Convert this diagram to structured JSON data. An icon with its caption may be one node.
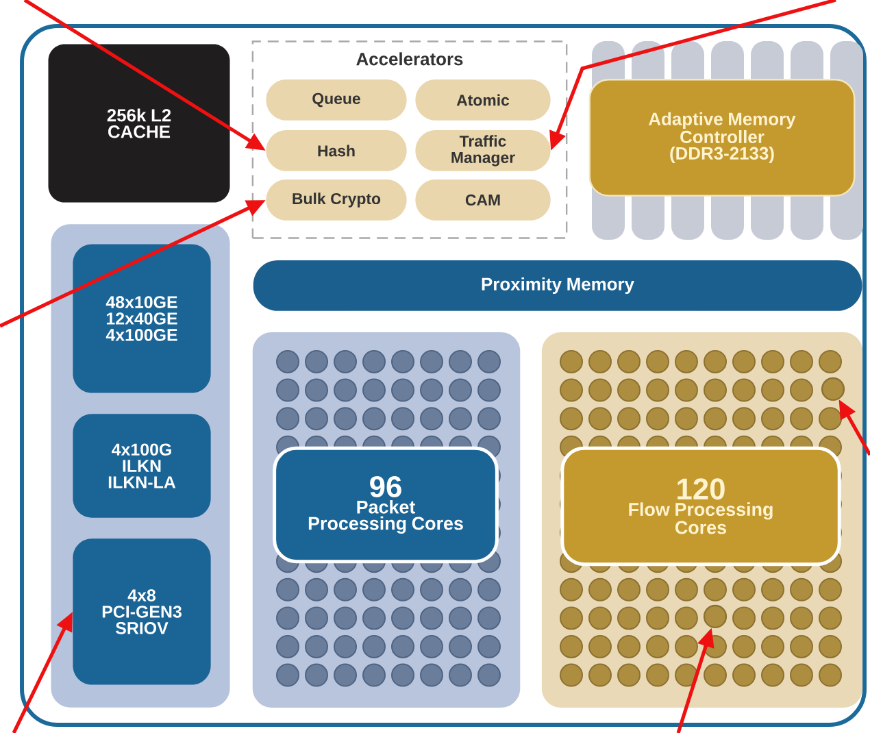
{
  "diagram": {
    "nodes": [
      {
        "text": [
          "256k L2 CACHE"
        ]
      },
      {
        "text": [
          "Accelerators"
        ]
      },
      {
        "text": [
          "Queue"
        ],
        "in": 1
      },
      {
        "text": [
          "Atomic"
        ],
        "in": 1
      },
      {
        "text": [
          "Hash"
        ],
        "in": 1
      },
      {
        "text": [
          "Traffic Manager"
        ],
        "in": 1
      },
      {
        "text": [
          "Bulk Crypto"
        ],
        "in": 1
      },
      {
        "text": [
          "CAM"
        ],
        "in": 1
      },
      {
        "text": [
          "Adaptive Memory Controller (DDR3-2133)"
        ]
      },
      {
        "text": [
          "Proximity Memory"
        ]
      },
      {
        "text": [],
        "shape": "box"
      },
      {
        "text": [
          "48x10GE 12x40GE 4x100GE"
        ],
        "in": 10
      },
      {
        "text": [
          "4x100G ILKN ILKN-LA"
        ],
        "in": 10
      },
      {
        "text": [
          "4x8 PCI-GEN3 SRIOV"
        ],
        "in": 10
      },
      {
        "text": [],
        "shape": "box"
      },
      {
        "text": [
          "96",
          "Packet Processing Cores"
        ],
        "in": 14
      },
      {
        "text": [],
        "shape": "box"
      },
      {
        "text": [
          "120",
          "Flow Processing Cores"
        ],
        "in": 16
      },
      {
        "text": [],
        "shape": "circle",
        "in": 16
      },
      {
        "text": [],
        "shape": "circle",
        "in": 16
      }
    ],
    "edges": [
      {
        "from": null,
        "to": 4,
        "arrow": "to"
      },
      {
        "from": null,
        "to": 6,
        "arrow": "to"
      },
      {
        "from": null,
        "to": 5,
        "arrow": "to"
      },
      {
        "from": null,
        "to": 13,
        "arrow": "to"
      },
      {
        "from": null,
        "to": 18,
        "arrow": "to"
      },
      {
        "from": null,
        "to": 19,
        "arrow": "to"
      }
    ]
  }
}
